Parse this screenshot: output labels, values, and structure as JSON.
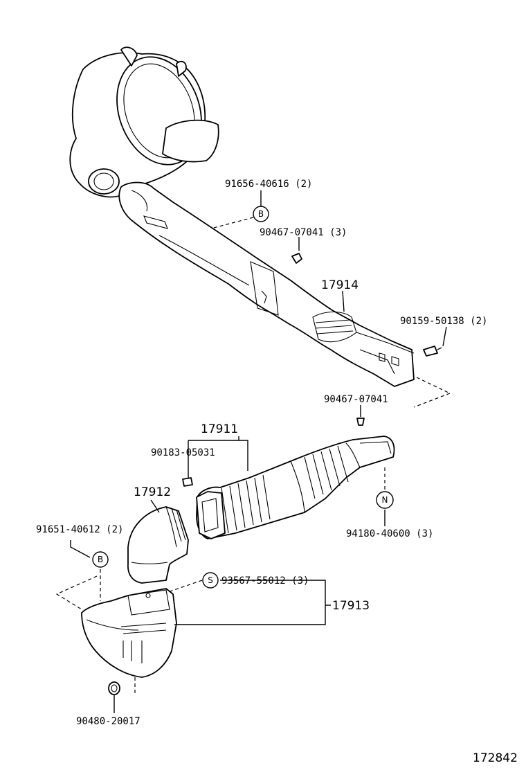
{
  "parts": {
    "p91656": "91656-40616 (2)",
    "p90467a": "90467-07041 (3)",
    "p17914": "17914",
    "p90159": "90159-50138 (2)",
    "p90467b": "90467-07041",
    "p17911": "17911",
    "p90183": "90183-05031",
    "p17912": "17912",
    "p91651": "91651-40612 (2)",
    "p94180": "94180-40600 (3)",
    "p93567": "93567-55012 (3)",
    "p17913": "17913",
    "p90480": "90480-20017"
  },
  "markers": {
    "b_top": "B",
    "b_bottom": "B",
    "n": "N",
    "s": "S"
  },
  "diagram_id": "172842"
}
